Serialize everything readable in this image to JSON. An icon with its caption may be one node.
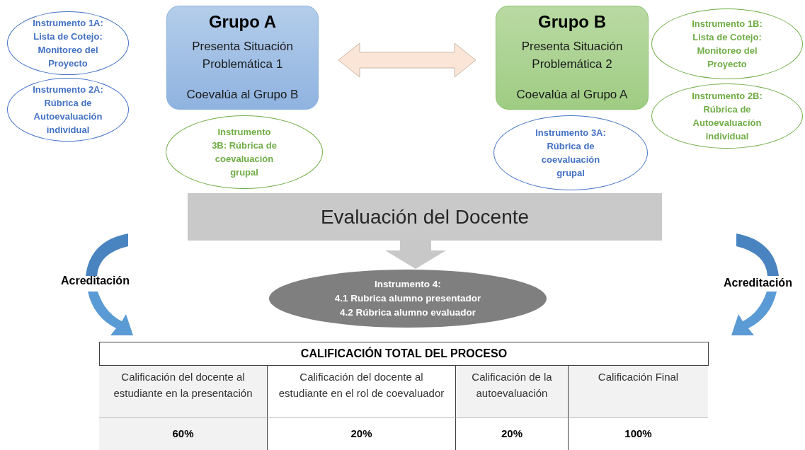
{
  "diagram": {
    "nodes": [
      {
        "text": [
          "Grupo A",
          "Presenta Situación Problemática 1",
          "Coevalúa al Grupo B"
        ]
      },
      {
        "text": [
          "Grupo B",
          "Presenta Situación Problemática 2",
          "Coevalúa al Grupo A"
        ]
      },
      {
        "text": [
          "Instrumento 1A: Lista de Cotejo: Monitoreo del Proyecto"
        ]
      },
      {
        "text": [
          "Instrumento 2A: Rúbrica de Autoevaluación individual"
        ]
      },
      {
        "text": [
          "Instrumento 3B: Rúbrica de coevaluación grupal"
        ]
      },
      {
        "text": [
          "Instrumento 3A: Rúbrica de coevaluación grupal"
        ]
      },
      {
        "text": [
          "Instrumento 1B: Lista de Cotejo: Monitoreo del Proyecto"
        ]
      },
      {
        "text": [
          "Instrumento 2B: Rúbrica de Autoevaluación individual"
        ]
      },
      {
        "text": [
          "Evaluación del Docente"
        ]
      },
      {
        "text": [
          "Instrumento 4:",
          "4.1 Rubrica alumno presentador",
          "4.2 Rúbrica alumno evaluador"
        ]
      }
    ],
    "edges": [
      {
        "from": 0,
        "to": 1,
        "arrow": "both",
        "color": "#fbe5d6"
      },
      {
        "from": 8,
        "to": 9,
        "arrow": "to",
        "color": "#c8c8c8"
      }
    ],
    "labels": [
      "Acreditación",
      "Acreditación",
      "CALIFICACIÓN TOTAL DEL PROCESO",
      "Calificación del docente al estudiante en la presentación",
      "Calificación del docente al estudiante en el rol de coevaluador",
      "Calificación de la autoevaluación",
      "Calificación Final",
      "60%",
      "20%",
      "20%",
      "100%"
    ]
  }
}
